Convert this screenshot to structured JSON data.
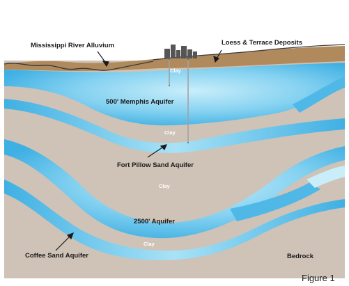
{
  "diagram": {
    "labels": {
      "alluvium": "Mississippi River Alluvium",
      "loess": "Loess & Terrace Deposits",
      "memphis": "500' Memphis Aquifer",
      "fort_pillow": "Fort Pillow Sand Aquifer",
      "aquifer_2500": "2500' Aquifer",
      "coffee": "Coffee Sand Aquifer",
      "bedrock": "Bedrock"
    },
    "clay_labels": [
      "Clay",
      "Clay",
      "Clay",
      "Clay"
    ],
    "figure_caption": "Figure 1"
  },
  "colors": {
    "background": "#ffffff",
    "strata": "#cfc2b6",
    "aquifer_light": "#bfe9f7",
    "aquifer_dark": "#3fb0e3",
    "surface": "#b08a5c",
    "outline": "#3a3a3a"
  },
  "icons": [
    "city-skyline-icon",
    "well-pipe-icon",
    "leader-arrow-icon"
  ]
}
